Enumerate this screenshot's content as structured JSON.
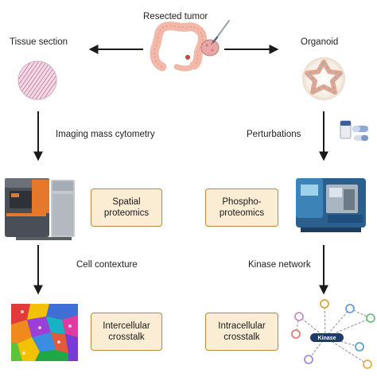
{
  "labels": {
    "resected_tumor": "Resected tumor",
    "tissue_section": "Tissue section",
    "organoid": "Organoid",
    "imaging_mass_cytometry": "Imaging mass cytometry",
    "perturbations": "Perturbations",
    "cell_contexture": "Cell contexture",
    "kinase_network": "Kinase network",
    "kinase_node": "Kinase"
  },
  "boxes": {
    "spatial_proteomics": "Spatial\nproteomics",
    "phospho_proteomics": "Phospho-\nproteomics",
    "intercellular_crosstalk": "Intercellular\ncrosstalk",
    "intracellular_crosstalk": "Intracellular\ncrosstalk"
  },
  "colors": {
    "box_fill": "#fbedd4",
    "box_border": "#b98a3c",
    "arrow": "#1a1a1a",
    "colon": "#f2b9a8",
    "kinase_node": "#1f3a6b"
  }
}
